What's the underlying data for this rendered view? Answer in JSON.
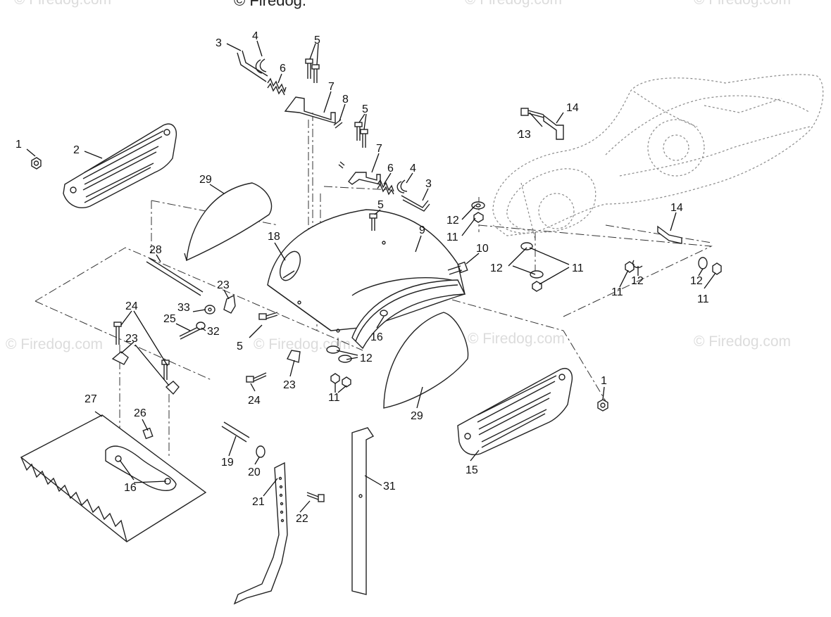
{
  "watermark": {
    "top_text": "© Firedog.",
    "brand": "© Firedog.com"
  },
  "diagram": {
    "callouts": [
      "1",
      "2",
      "3",
      "4",
      "5",
      "6",
      "7",
      "8",
      "9",
      "10",
      "11",
      "12",
      "13",
      "14",
      "15",
      "16",
      "18",
      "19",
      "20",
      "21",
      "22",
      "23",
      "24",
      "25",
      "26",
      "27",
      "28",
      "29",
      "31",
      "32",
      "33"
    ]
  }
}
